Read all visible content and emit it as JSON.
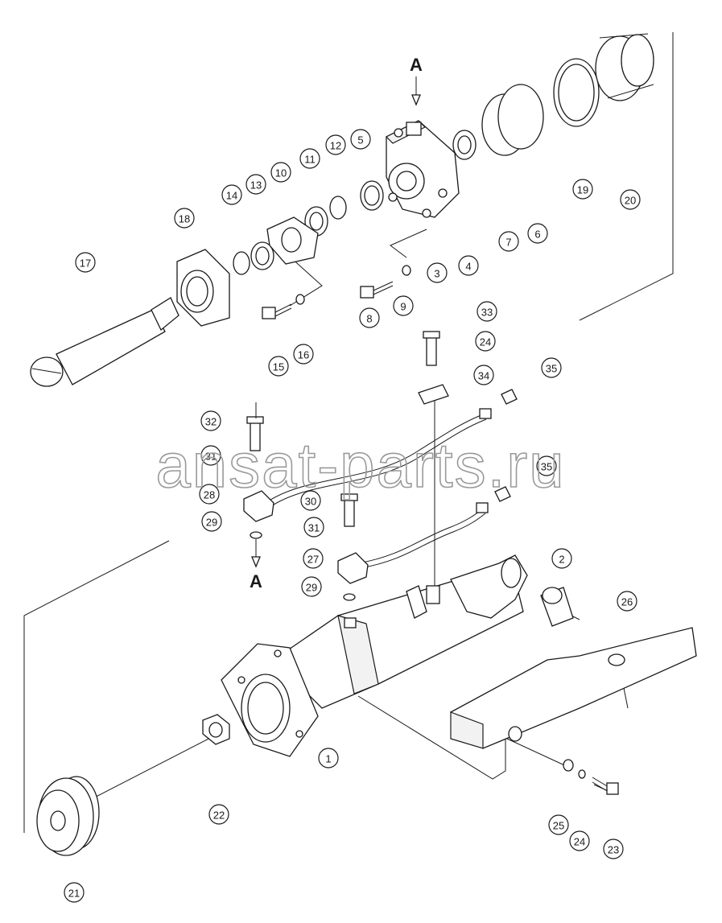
{
  "watermark": "ansat-parts.ru",
  "section_marker": "A",
  "callouts": [
    "1",
    "2",
    "3",
    "4",
    "5",
    "6",
    "7",
    "8",
    "9",
    "10",
    "11",
    "12",
    "13",
    "14",
    "15",
    "16",
    "17",
    "18",
    "19",
    "20",
    "21",
    "22",
    "23",
    "24",
    "25",
    "26",
    "27",
    "28",
    "29",
    "30",
    "31",
    "32",
    "33",
    "34",
    "35"
  ],
  "callout_labels": [
    {
      "label": "1"
    },
    {
      "label": "2"
    },
    {
      "label": "3"
    },
    {
      "label": "4"
    },
    {
      "label": "5"
    },
    {
      "label": "6"
    },
    {
      "label": "7"
    },
    {
      "label": "8"
    },
    {
      "label": "9"
    },
    {
      "label": "10"
    },
    {
      "label": "11"
    },
    {
      "label": "12"
    },
    {
      "label": "13"
    },
    {
      "label": "14"
    },
    {
      "label": "15"
    },
    {
      "label": "16"
    },
    {
      "label": "17"
    },
    {
      "label": "18"
    },
    {
      "label": "19"
    },
    {
      "label": "20"
    },
    {
      "label": "21"
    },
    {
      "label": "22"
    },
    {
      "label": "23"
    },
    {
      "label": "24"
    },
    {
      "label": "24"
    },
    {
      "label": "25"
    },
    {
      "label": "26"
    },
    {
      "label": "27"
    },
    {
      "label": "28"
    },
    {
      "label": "29"
    },
    {
      "label": "29"
    },
    {
      "label": "30"
    },
    {
      "label": "31"
    },
    {
      "label": "31"
    },
    {
      "label": "32"
    },
    {
      "label": "33"
    },
    {
      "label": "34"
    },
    {
      "label": "35"
    },
    {
      "label": "35"
    }
  ]
}
